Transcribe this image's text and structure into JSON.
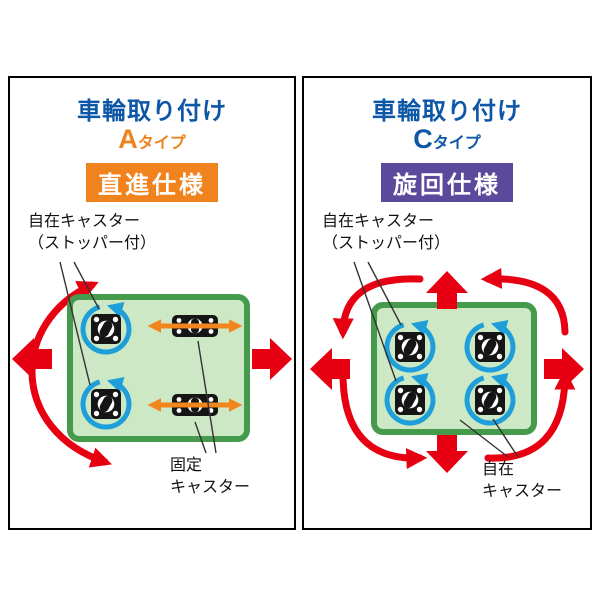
{
  "colors": {
    "title-blue": "#0d57a7",
    "accent-orange": "#f0831e",
    "accent-purple": "#5b4a9c",
    "arrow-red": "#e60012",
    "arrow-blue": "#1e9fd9",
    "arrow-orange": "#f0861c",
    "platform-fill": "#cde8c5",
    "platform-border": "#459a4c",
    "ink": "#151515"
  },
  "left": {
    "title": "車輪取り付け",
    "type_letter": "A",
    "type_suffix": "タイプ",
    "spec": "直進仕様",
    "note_line1": "自在キャスター",
    "note_line2": "（ストッパー付）",
    "callout_line1": "固定",
    "callout_line2": "キャスター"
  },
  "right": {
    "title": "車輪取り付け",
    "type_letter": "C",
    "type_suffix": "タイプ",
    "spec": "旋回仕様",
    "note_line1": "自在キャスター",
    "note_line2": "（ストッパー付）",
    "callout_line1": "自在",
    "callout_line2": "キャスター"
  }
}
